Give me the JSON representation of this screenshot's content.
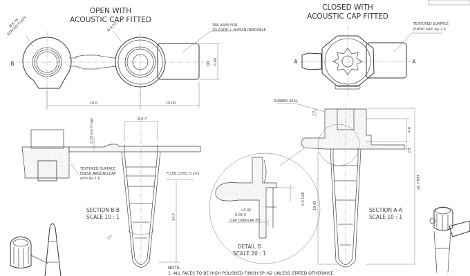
{
  "views": {
    "open": {
      "title_line1": "OPEN WITH",
      "title_line2": "ACOUSTIC CAP FITTED",
      "dim_across_flats": "Ø 8.40",
      "dim_across_flats_note": "ACROSS FLATS",
      "dim_diameter": "Ø 8.53",
      "dim_length": "16.0",
      "dim_tab_length": "10.00",
      "dim_tab_height": "6.00",
      "section_marker": "B",
      "tab_note_line1": "TAB AREA FOR",
      "tab_note_line2": "2D CODE + HUMAN READABLE"
    },
    "closed": {
      "title_line1": "CLOSED WITH",
      "title_line2": "ACOUSTIC CAP FITTED",
      "section_marker": "A",
      "texture_note_line1": "TEXTURED SURFACE",
      "texture_note_line2": "FINISH edm Ra 1.6"
    },
    "section_bb": {
      "title": "SECTION B-B",
      "scale": "SCALE 10 : 1",
      "dim_diameter": "Ø 5.7",
      "dim_hinge": "0.25 live hinge",
      "texture_note_line1": "TEXTURED SURFACE",
      "texture_note_line2": "FINISH AROUND CAP",
      "texture_note_line3": "edm Ra 1.6",
      "fluid_level": "FLUID LEVEL 0.2ml",
      "dim_depth": "14.7",
      "dim_angle": "17°"
    },
    "section_aa": {
      "title": "SECTION A-A",
      "scale": "SCALE 10 : 1",
      "rubber_seal": "RUBBER SEAL",
      "dim_seal": "1.6",
      "dim_cap": "4.8",
      "dim_flange": "2.8",
      "dim_overall": "26.7 REF",
      "dim_body": "19.45"
    },
    "detail_d": {
      "title": "DETAIL D",
      "scale": "SCALE 20 : 1",
      "dim_gap": "0.3 GAP",
      "tol_upper": "+0.02",
      "tol_nominal": "0.05  0",
      "fit_note": "CAP OVERLAP FIT"
    }
  },
  "notes": {
    "heading": "NOTE:",
    "line1": "1. ALL FACES TO BE HIGH POLISHED FINISH SPI A2 UNLESS STATED OTHERWISE"
  }
}
